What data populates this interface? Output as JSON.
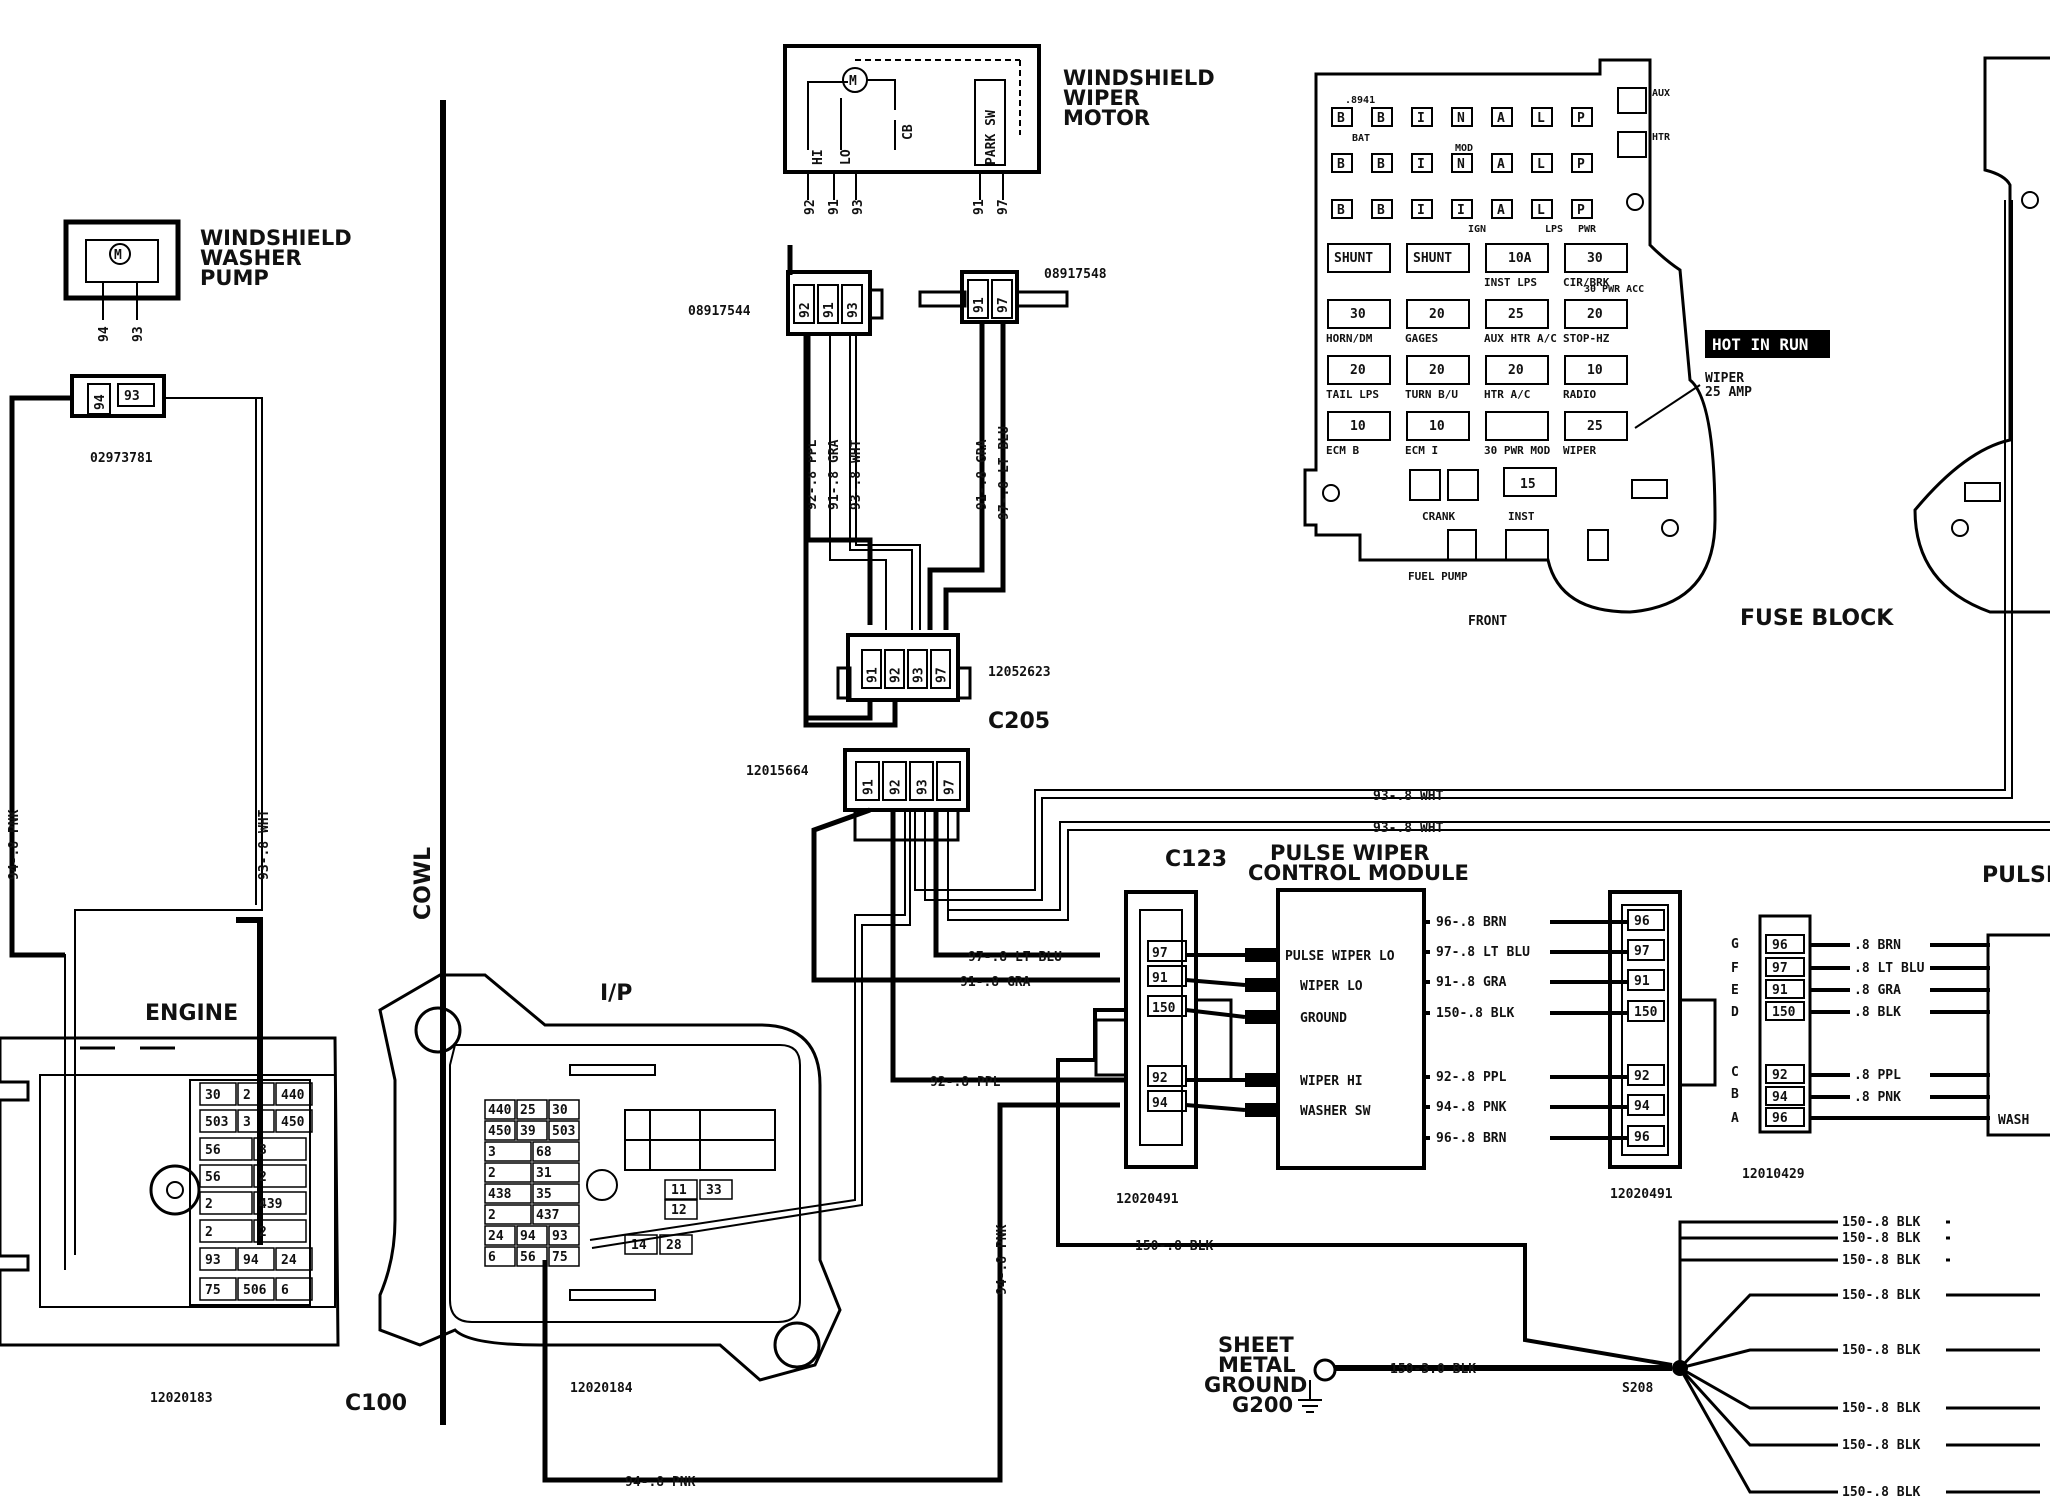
{
  "washer_pump": {
    "title": [
      "WINDSHIELD",
      "WASHER",
      "PUMP"
    ],
    "motor_symbol": "M",
    "pins": [
      "94",
      "93"
    ],
    "connector_part": "02973781"
  },
  "wiper_motor": {
    "title": [
      "WINDSHIELD",
      "WIPER",
      "MOTOR"
    ],
    "motor_symbol": "M",
    "terms": [
      "HI",
      "LO",
      "CB",
      "PARK SW"
    ],
    "pins": [
      "92",
      "91",
      "93",
      "91",
      "97"
    ]
  },
  "connectors": {
    "c_08917544": {
      "part": "08917544",
      "pins": [
        "92",
        "91",
        "93"
      ]
    },
    "c_08917548": {
      "part": "08917548",
      "pins": [
        "91",
        "97"
      ]
    },
    "c_12052623": {
      "part": "12052623",
      "pins": [
        "91",
        "92",
        "93",
        "97"
      ]
    },
    "c205": {
      "name": "C205"
    },
    "c_12015664": {
      "part": "12015664",
      "pins": [
        "91",
        "92",
        "93",
        "97"
      ]
    },
    "c123": {
      "name": "C123",
      "part": "12020491",
      "pins": [
        "97",
        "91",
        "150",
        "92",
        "94"
      ]
    },
    "c_right": {
      "part": "12020491",
      "pins": [
        "96",
        "97",
        "91",
        "150",
        "92",
        "94",
        "96"
      ]
    },
    "c_12010429": {
      "part": "12010429",
      "letters": [
        "G",
        "F",
        "E",
        "D",
        "C",
        "B",
        "A"
      ],
      "pins": [
        "96",
        "97",
        "91",
        "150",
        "92",
        "94",
        "96"
      ]
    },
    "c100": {
      "name": "C100",
      "part": "12020183"
    },
    "ip": {
      "name": "I/P",
      "part": "12020184"
    }
  },
  "wires": {
    "w92_ppl": "92-.8 PPL",
    "w91_gra": "91-.8 GRA",
    "w93_wht": "93-.8 WHT",
    "w91_gra_b": "91-.8 GRA",
    "w97_lt_blu": "97-.8 LT BLU",
    "w94_pnk": "94-.8 PNK",
    "w93_wht_v": "93-.8 WHT",
    "w93_wht_h1": "93-.8 WHT",
    "w93_wht_h2": "93-.8 WHT",
    "w97_ltblu_h": "97-.8 LT BLU",
    "w91_gra_h": "91-.8 GRA",
    "w92_ppl_h": "92-.8 PPL",
    "w94_pnk_v": "94-.8 PNK",
    "w94_pnk_h": "94-.8 PNK",
    "w150_blk_h": "150-.8 BLK",
    "m_96_brn": "96-.8 BRN",
    "m_97_ltblu": "97-.8 LT BLU",
    "m_91_gra": "91-.8 GRA",
    "m_150_blk": "150-.8 BLK",
    "m_92_ppl": "92-.8 PPL",
    "m_94_pnk": "94-.8 PNK",
    "m_96_brn2": "96-.8 BRN",
    "r_brn": ".8 BRN",
    "r_ltblu": ".8 LT BLU",
    "r_gra": ".8 GRA",
    "r_blk": ".8 BLK",
    "r_ppl": ".8 PPL",
    "r_pnk": ".8 PNK",
    "g_150_3": "150-3.0 BLK",
    "g_list": [
      "150-.8 BLK",
      "150-.8 BLK",
      "150-.8 BLK",
      "150-.8 BLK",
      "150-.8 BLK",
      "150-.8 BLK",
      "150-.8 BLK",
      "150-.8 BLK"
    ]
  },
  "module": {
    "title": [
      "PULSE WIPER",
      "CONTROL MODULE"
    ],
    "pins": [
      "PULSE WIPER LO",
      "WIPER LO",
      "GROUND",
      "WIPER HI",
      "WASHER SW"
    ]
  },
  "labels": {
    "cowl": "COWL",
    "engine": "ENGINE",
    "ip": "I/P",
    "sheet_metal": [
      "SHEET",
      "METAL",
      "GROUND",
      "G200"
    ],
    "splice": "S208",
    "pulse_right": "PULSE",
    "wash_right": "WASH"
  },
  "fuse_block": {
    "title": "FUSE BLOCK",
    "front": "FRONT",
    "hot_in_run": "HOT IN RUN",
    "wiper_callout": [
      "WIPER",
      "25 AMP"
    ],
    "top_code": ".8941",
    "bat": "BAT",
    "ign": "IGN",
    "lps": "LPS",
    "pwr": "PWR",
    "mod": "MOD",
    "aux": "AUX",
    "htr": "HTR",
    "fuses": [
      {
        "amp": "SHUNT",
        "name": ""
      },
      {
        "amp": "SHUNT",
        "name": ""
      },
      {
        "amp": "10A",
        "name": "INST LPS"
      },
      {
        "amp": "30",
        "name": "CIR/BRK"
      },
      {
        "amp": "30",
        "name": "HORN/DM"
      },
      {
        "amp": "20",
        "name": "GAGES"
      },
      {
        "amp": "25",
        "name": "AUX HTR A/C"
      },
      {
        "amp": "20",
        "name": "STOP-HZ"
      },
      {
        "amp": "20",
        "name": "TAIL LPS"
      },
      {
        "amp": "20",
        "name": "TURN B/U"
      },
      {
        "amp": "20",
        "name": "HTR A/C"
      },
      {
        "amp": "10",
        "name": "RADIO"
      },
      {
        "amp": "10",
        "name": "ECM B"
      },
      {
        "amp": "10",
        "name": "ECM I"
      },
      {
        "amp": "",
        "name": "30 PWR MOD"
      },
      {
        "amp": "25",
        "name": "WIPER"
      }
    ],
    "extra": {
      "pwr_acc": "30 PWR ACC",
      "crank": "CRANK",
      "inst": "INST",
      "inst_amp": "15",
      "fuel_pump": "FUEL PUMP"
    }
  },
  "c100_cells": [
    "30",
    "2",
    "440",
    "503",
    "3",
    "450",
    "56",
    "3",
    "56",
    "2",
    "2",
    "439",
    "2",
    "2",
    "93",
    "94",
    "24",
    "75",
    "506",
    "6"
  ],
  "ip_cells": [
    "440",
    "25",
    "30",
    "450",
    "39",
    "503",
    "3",
    "68",
    "2",
    "31",
    "438",
    "35",
    "2",
    "437",
    "24",
    "94",
    "93",
    "6",
    "56",
    "75"
  ],
  "ip_small_cells": [
    "11",
    "33",
    "12",
    "14",
    "28"
  ]
}
